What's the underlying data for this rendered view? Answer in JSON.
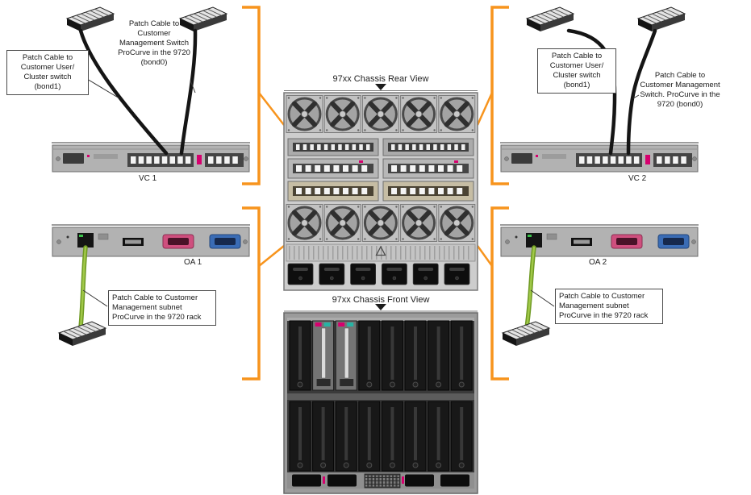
{
  "diagram": {
    "chassis": {
      "rear_title": "97xx Chassis Rear View",
      "front_title": "97xx Chassis Front View"
    },
    "modules": {
      "vc1_label": "VC 1",
      "vc2_label": "VC 2",
      "oa1_label": "OA 1",
      "oa2_label": "OA 2"
    },
    "callouts": {
      "left_bond1": "Patch Cable to Customer User/ Cluster switch (bond1)",
      "left_bond0": "Patch Cable to Customer Management Switch ProCurve in the 9720 (bond0)",
      "right_bond1": "Patch Cable to Customer User/ Cluster switch (bond1)",
      "right_bond0": "Patch Cable to Customer Management Switch. ProCurve in the 9720 (bond0)",
      "left_oa_mgmt": "Patch Cable to Customer Management subnet ProCurve in the 9720 rack",
      "right_oa_mgmt": "Patch Cable to Customer Management subnet ProCurve in the 9720 rack"
    },
    "colors": {
      "bracket_orange": "#F7941D",
      "cable_black": "#151515",
      "cable_green": "#A0C848",
      "cable_green_dark": "#6F9A23",
      "accent_magenta": "#D6006E",
      "vga_blue": "#3A6CB5",
      "serial_pink": "#CF4F7E"
    },
    "icons": {
      "switch": "network-switch-icon",
      "fan": "fan-icon",
      "warning": "warning-triangle-icon",
      "pointer": "down-pointer-icon"
    }
  }
}
